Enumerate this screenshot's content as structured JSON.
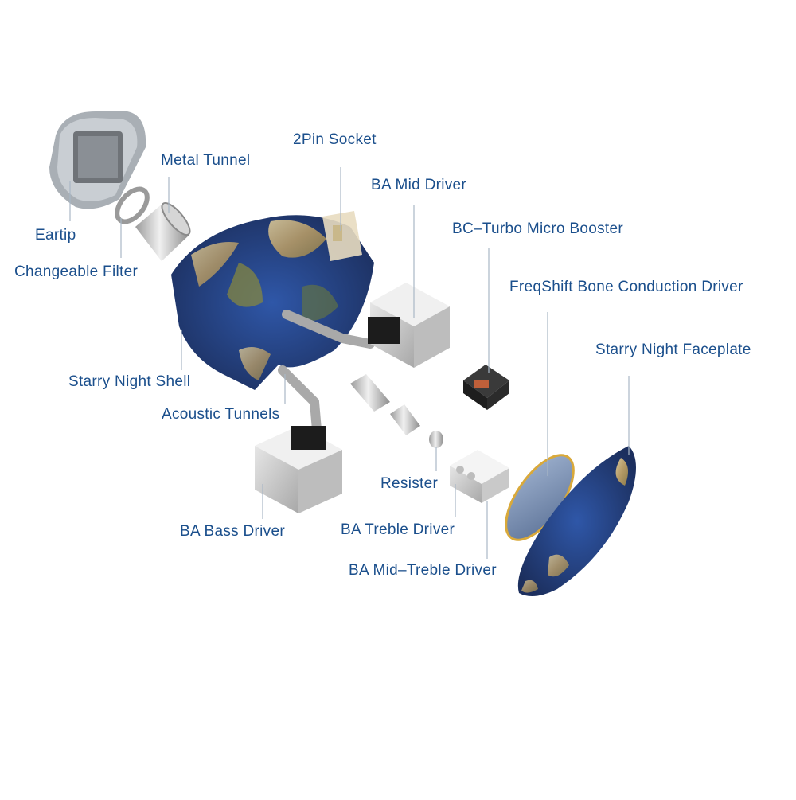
{
  "labels": {
    "eartip": "Eartip",
    "metal_tunnel": "Metal Tunnel",
    "changeable_filter": "Changeable Filter",
    "pin_socket": "2Pin Socket",
    "ba_mid_driver": "BA Mid Driver",
    "bc_turbo": "BC–Turbo Micro Booster",
    "freqshift": "FreqShift Bone Conduction Driver",
    "faceplate": "Starry Night Faceplate",
    "shell": "Starry Night Shell",
    "acoustic_tunnels": "Acoustic Tunnels",
    "resister": "Resister",
    "ba_bass_driver": "BA Bass Driver",
    "ba_treble_driver": "BA Treble Driver",
    "ba_mid_treble_driver": "BA Mid–Treble Driver"
  },
  "colors": {
    "label_text": "#1b4f8c",
    "leader_line": "#a9b7c6",
    "starry_blue": "#2b4a8c",
    "starry_wood": "#c9b48a",
    "metal": "#c8c8c8"
  }
}
